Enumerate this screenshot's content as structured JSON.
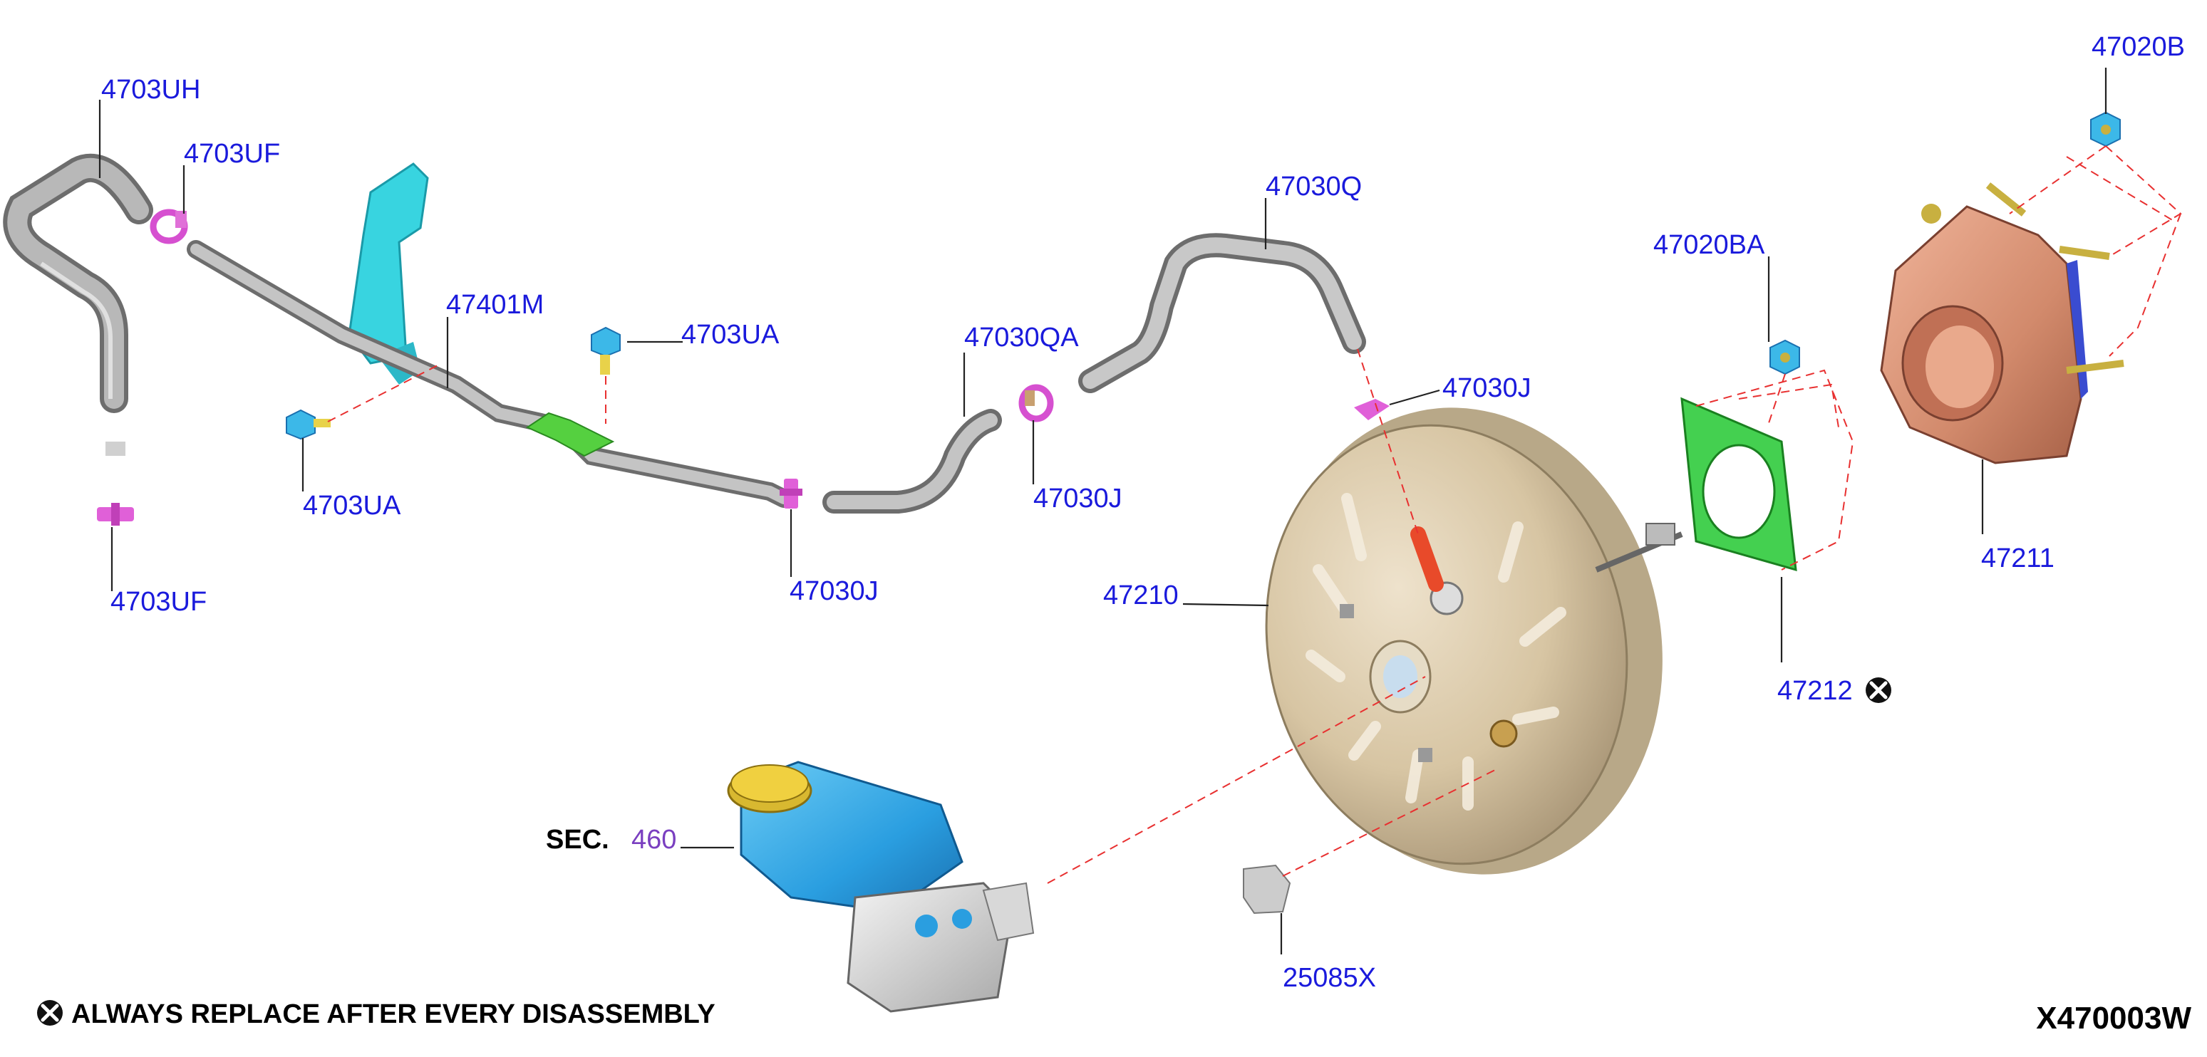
{
  "diagram": {
    "callouts": {
      "c_4703UH": "4703UH",
      "c_4703UF_top": "4703UF",
      "c_4703UF_bottom": "4703UF",
      "c_47401M": "47401M",
      "c_4703UA_right": "4703UA",
      "c_4703UA_left": "4703UA",
      "c_47030QA": "47030QA",
      "c_47030Q": "47030Q",
      "c_47030J_mid": "47030J",
      "c_47030J_clamp": "47030J",
      "c_47030J_top": "47030J",
      "c_47210": "47210",
      "c_47020BA": "47020BA",
      "c_47020B": "47020B",
      "c_47211": "47211",
      "c_47212": "47212",
      "c_25085X": "25085X",
      "sec_prefix": "SEC.",
      "sec_number": "460"
    },
    "legend_note": "ALWAYS REPLACE AFTER EVERY DISASSEMBLY",
    "figure_id": "X470003W",
    "colors": {
      "callout_text": "#1a1adc",
      "sec_text": "#7a3fc0",
      "leader_dash": "#e83030",
      "booster": "#d8c6a4",
      "hose": "#9a9a9a",
      "bracket": "#38d4e0",
      "clip": "#e060d8",
      "gasket": "#40d050",
      "housing": "#d9957a",
      "reservoir": "#28a8e8",
      "cap": "#e8d040"
    }
  }
}
